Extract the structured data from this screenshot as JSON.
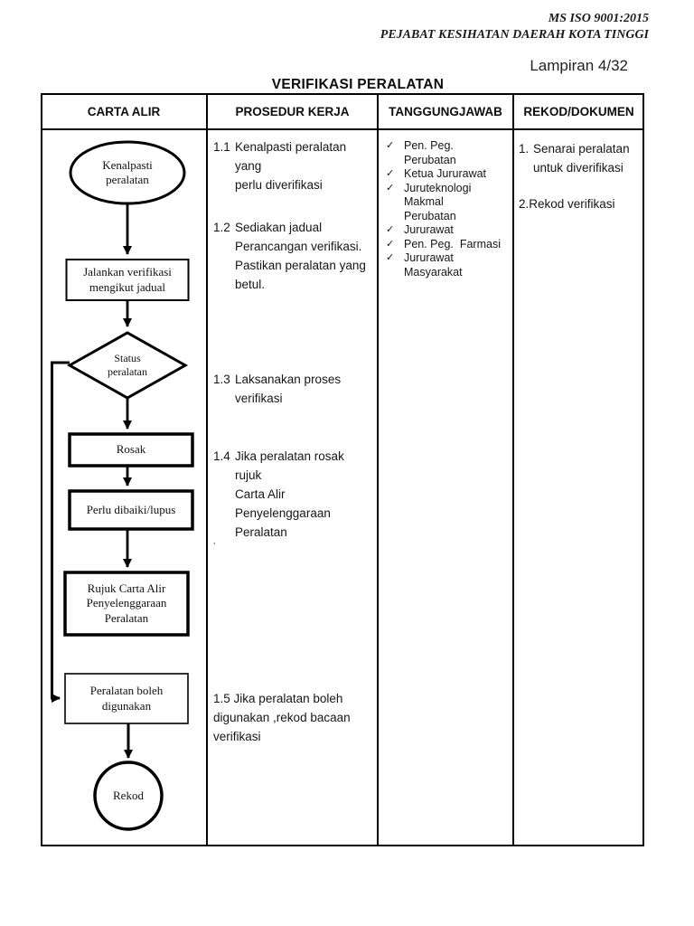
{
  "header": {
    "standard": "MS ISO 9001:2015",
    "department": "PEJABAT KESIHATAN DAERAH KOTA TINGGI",
    "attachment": "Lampiran 4/32",
    "title": "VERIFIKASI PERALATAN"
  },
  "table": {
    "headers": [
      "CARTA ALIR",
      "PROSEDUR KERJA",
      "TANGGUNGJAWAB",
      "REKOD/DOKUMEN"
    ]
  },
  "flowchart": {
    "nodes": [
      {
        "shape": "ellipse",
        "label": "Kenalpasti\nperalatan"
      },
      {
        "shape": "rect",
        "label": "Jalankan verifikasi\nmengikut jadual"
      },
      {
        "shape": "diamond",
        "label": "Status\nperalatan"
      },
      {
        "shape": "rect",
        "label": "Rosak"
      },
      {
        "shape": "rect",
        "label": "Perlu dibaiki/lupus"
      },
      {
        "shape": "rect",
        "label": "Rujuk Carta Alir\nPenyelenggaraan\nPeralatan"
      },
      {
        "shape": "rect",
        "label": "Peralatan boleh\ndigunakan"
      },
      {
        "shape": "circle",
        "label": "Rekod"
      }
    ]
  },
  "procedures": [
    {
      "num": "1.1",
      "text": "Kenalpasti peralatan yang\nperlu diverifikasi"
    },
    {
      "num": "1.2",
      "text": "Sediakan jadual\nPerancangan verifikasi.\nPastikan peralatan yang\nbetul."
    },
    {
      "num": "1.3",
      "text": "Laksanakan proses\nverifikasi"
    },
    {
      "num": "1.4",
      "text": "Jika peralatan rosak rujuk\nCarta Alir Penyelenggaraan\nPeralatan"
    },
    {
      "num": "1.5",
      "text": "Jika peralatan boleh\ndigunakan ,rekod bacaan\nverifikasi"
    }
  ],
  "stray_mark": "‚",
  "responsibilities": [
    {
      "check": "✓",
      "text": "Pen. Peg. Perubatan"
    },
    {
      "check": "✓",
      "text": "Ketua Jururawat"
    },
    {
      "check": "✓",
      "text": "Juruteknologi Makmal\nPerubatan"
    },
    {
      "check": "✓",
      "text": "Jururawat"
    },
    {
      "check": "✓",
      "text": "Pen. Peg.  Farmasi"
    },
    {
      "check": "✓",
      "text": "Jururawat Masyarakat"
    }
  ],
  "records": [
    {
      "num": "1.",
      "text": "Senarai peralatan\nuntuk diverifikasi"
    },
    {
      "num": "2.",
      "text": "Rekod verifikasi"
    }
  ],
  "colors": {
    "ink": "#111111",
    "line": "#000000",
    "background": "#ffffff"
  }
}
